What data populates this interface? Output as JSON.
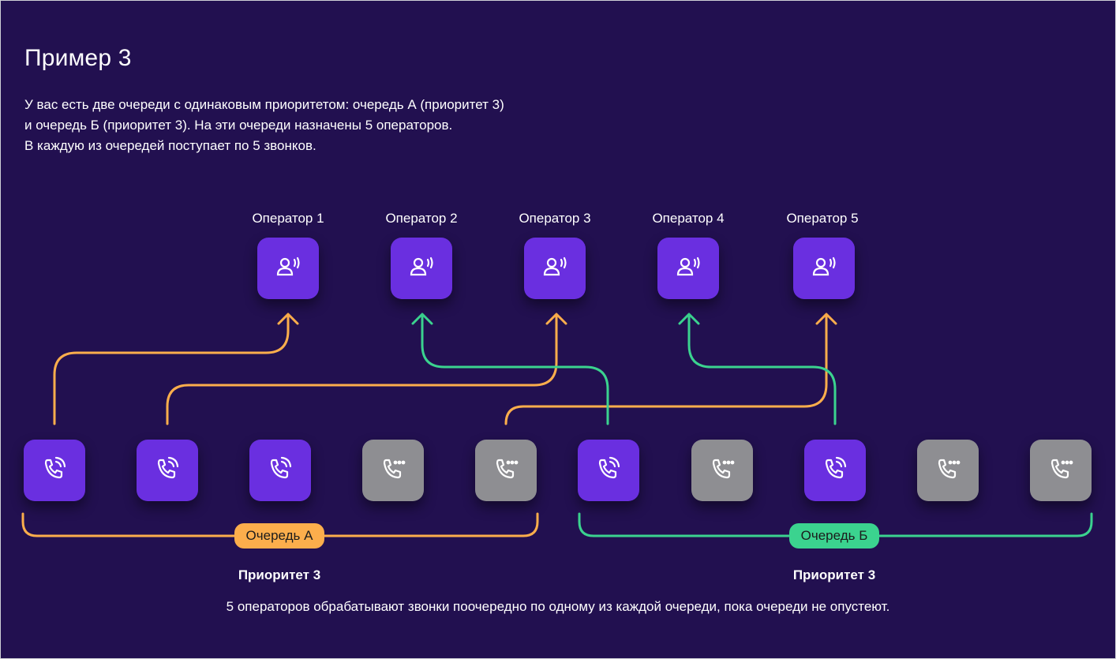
{
  "title": "Пример 3",
  "description": [
    "У вас есть две очереди с одинаковым приоритетом: очередь А (приоритет 3)",
    "и очередь Б (приоритет 3). На эти очереди назначены 5 операторов.",
    "В каждую из очередей поступает по 5 звонков."
  ],
  "operators": [
    "Оператор 1",
    "Оператор 2",
    "Оператор 3",
    "Оператор 4",
    "Оператор 5"
  ],
  "queues": {
    "a": {
      "label": "Очередь А",
      "priority": "Приоритет 3",
      "color": "#fcae4c"
    },
    "b": {
      "label": "Очередь Б",
      "priority": "Приоритет 3",
      "color": "#3bd38f"
    }
  },
  "calls": [
    {
      "queue": "a",
      "state": "active",
      "icon": "phone-ringing-icon"
    },
    {
      "queue": "a",
      "state": "active",
      "icon": "phone-ringing-icon"
    },
    {
      "queue": "a",
      "state": "active",
      "icon": "phone-ringing-icon"
    },
    {
      "queue": "a",
      "state": "waiting",
      "icon": "phone-waiting-icon"
    },
    {
      "queue": "a",
      "state": "waiting",
      "icon": "phone-waiting-icon"
    },
    {
      "queue": "b",
      "state": "active",
      "icon": "phone-ringing-icon"
    },
    {
      "queue": "b",
      "state": "waiting",
      "icon": "phone-waiting-icon"
    },
    {
      "queue": "b",
      "state": "active",
      "icon": "phone-ringing-icon"
    },
    {
      "queue": "b",
      "state": "waiting",
      "icon": "phone-waiting-icon"
    },
    {
      "queue": "b",
      "state": "waiting",
      "icon": "phone-waiting-icon"
    }
  ],
  "footer": "5 операторов обрабатывают звонки поочередно по одному из каждой очереди, пока очереди не опустеют.",
  "colors": {
    "background": "#221050",
    "tile_active": "#6a2fe0",
    "tile_waiting": "#8e8e92"
  }
}
